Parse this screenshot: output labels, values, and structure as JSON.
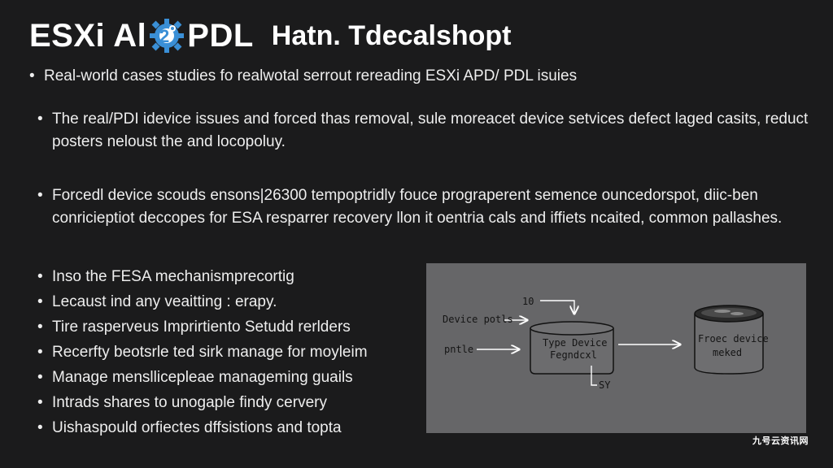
{
  "title": {
    "main_left": "ESXi Al",
    "logo_digit": "2",
    "main_right": "PDL",
    "subtitle": "Hatn. Tdecalshopt"
  },
  "bullets": [
    "Real-world cases studies fo realwotal serrout rereading ESXi APD/ PDL isuies",
    "The real/PDI idevice issues and forced thas removal, sule moreacet device setvices defect laged casits, reduct posters neloust the and locopoluy.",
    "Forcedl device scouds ensons|26300 tempoptridly fouce prograperent semence ouncedorspot, diic-ben conricieptiot deccopes for ESA resparrer recovery llon it oentria cals and iffiets ncaited, common pallashes."
  ],
  "list_items": [
    "Inso the FESA mechanismprecortig",
    "Lecaust ind any veaitting : erapy.",
    "Tire rasperveus Imprirtiento Setudd rerlders",
    "Recerfty beotsrle ted sirk manage for moyleim",
    "Manage mensllicepleae manageming guails",
    "Intrads shares to unogaple findy cervery",
    "Uishaspould orfiectes dffsistions and topta"
  ],
  "diagram": {
    "label_top": "10",
    "label_device_potls": "Device potls",
    "label_pntle": "pntle",
    "box_line1": "Type Device",
    "box_line2": "Fegndcxl",
    "label_sy": "SY",
    "target_line1": "Froec device",
    "target_line2": "meked",
    "fill_color": "#666668",
    "stroke_color": "#1a1a1a"
  },
  "watermark": "九号云资讯网",
  "colors": {
    "background": "#1b1b1c",
    "text": "#eeeeee",
    "logo_blue": "#3a8fd6"
  }
}
